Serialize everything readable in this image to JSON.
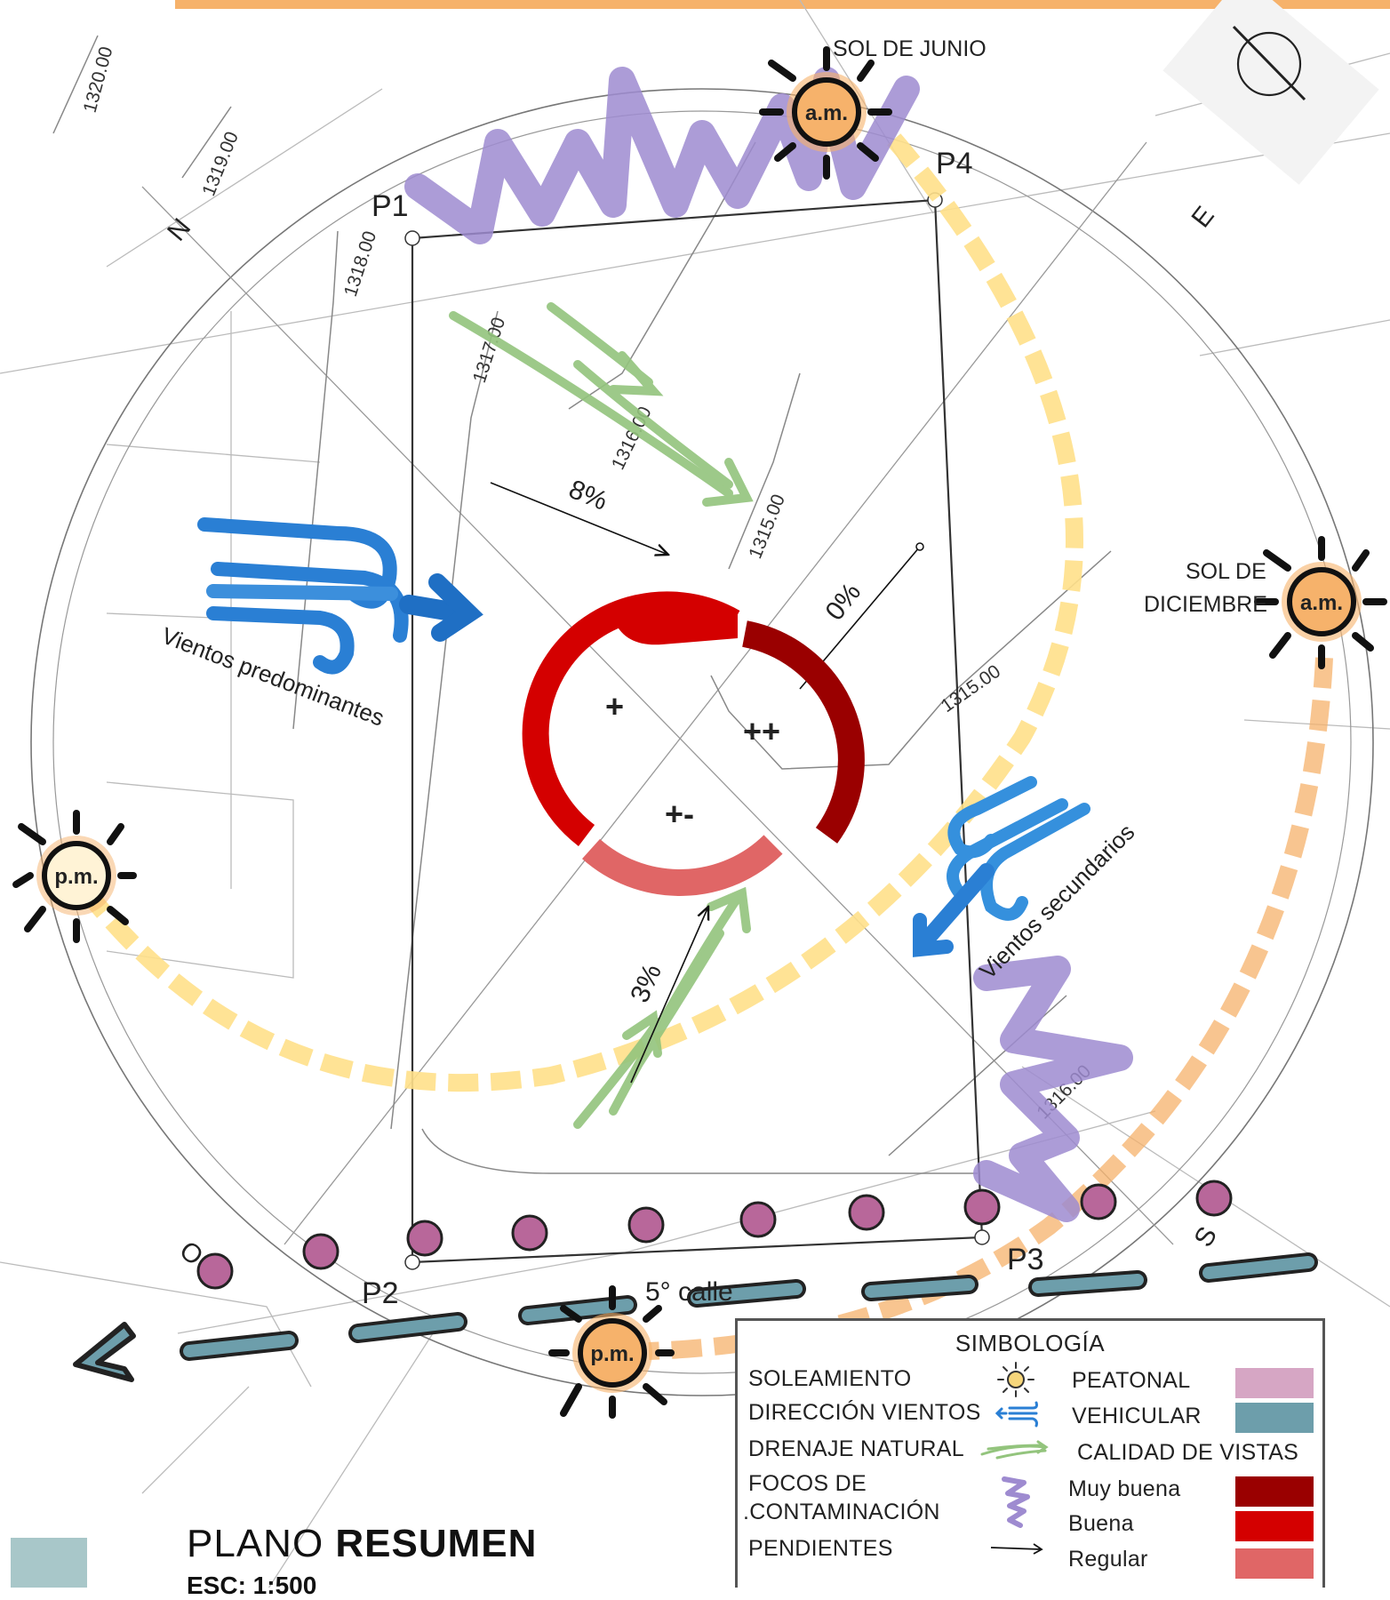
{
  "header": {
    "accent_color": "#f6b26b"
  },
  "map": {
    "contours": [
      "1320.00",
      "1319.00",
      "1318.00",
      "1317.00",
      "1316.00",
      "1315.00",
      "1315.00",
      "1316.00"
    ],
    "cardinal": {
      "north": "N",
      "east": "E",
      "south": "S",
      "west": "O"
    },
    "vertices": {
      "p1": "P1",
      "p2": "P2",
      "p3": "P3",
      "p4": "P4"
    },
    "street": "5° calle",
    "sun_june": {
      "label": "SOL DE JUNIO",
      "am": "a.m.",
      "pm": "p.m."
    },
    "sun_december": {
      "label_line1": "SOL DE",
      "label_line2": "DICIEMBRE",
      "am": "a.m.",
      "pm": "p.m."
    },
    "slopes": {
      "s1": "8%",
      "s2": "0%",
      "s3": "3%"
    },
    "winds": {
      "primary": "Vientos predominantes",
      "secondary": "Vientos secundarios"
    },
    "views": {
      "q1": "+",
      "q2": "++",
      "q3": "+-"
    },
    "icons": [
      "north-arrow-icon",
      "sun-icon",
      "wind-icon",
      "arrow-icon",
      "pollution-squiggle-icon"
    ]
  },
  "legend": {
    "title": "SIMBOLOGÍA",
    "soleamiento": "SOLEAMIENTO",
    "vientos": "DIRECCIÓN VIENTOS",
    "drenaje": "DRENAJE NATURAL",
    "focos_1": "FOCOS DE",
    "focos_2": ".CONTAMINACIÓN",
    "pendientes": "PENDIENTES",
    "peatonal": "PEATONAL",
    "vehicular": "VEHICULAR",
    "calidad": "CALIDAD DE VISTAS",
    "muy_buena": "Muy buena",
    "buena": "Buena",
    "regular": "Regular",
    "colors": {
      "peatonal": "#d6a6c4",
      "vehicular": "#6d9eab",
      "muy_buena": "#9a0000",
      "buena": "#d40000",
      "regular": "#e06666",
      "sun": "#f6b26b",
      "wind": "#2a7fd4",
      "drainage": "#93c47d",
      "pollution": "#9e8bd0"
    }
  },
  "footer": {
    "title_light": "PLANO ",
    "title_bold": "RESUMEN",
    "scale": "ESC: 1:500"
  }
}
